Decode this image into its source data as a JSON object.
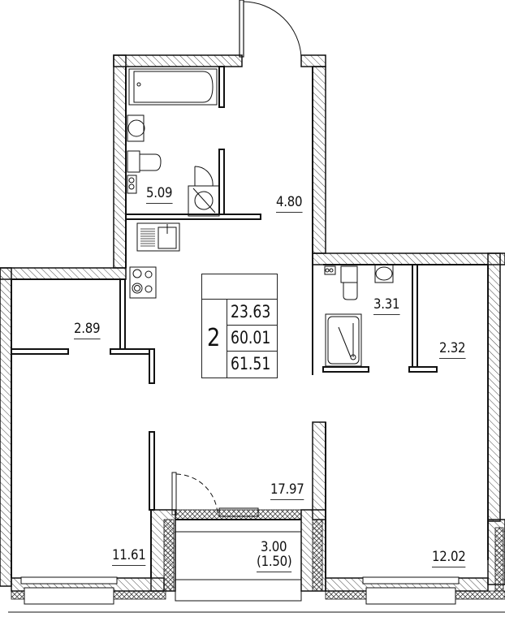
{
  "plan": {
    "title_block": {
      "rooms_count": "2",
      "living_area": "23.63",
      "total_area": "60.01",
      "total_area_with_balcony": "61.51"
    },
    "rooms": [
      {
        "id": "bathroom",
        "area": "5.09"
      },
      {
        "id": "hallway",
        "area": "4.80"
      },
      {
        "id": "closet-left",
        "area": "2.89"
      },
      {
        "id": "wc",
        "area": "3.31"
      },
      {
        "id": "closet-right",
        "area": "2.32"
      },
      {
        "id": "kitchen-living",
        "area": "17.97"
      },
      {
        "id": "bedroom-left",
        "area": "11.61"
      },
      {
        "id": "bedroom-right",
        "area": "12.02"
      },
      {
        "id": "balcony",
        "area": "3.00",
        "reduced_area": "(1.50)"
      }
    ],
    "colors": {
      "wall": "#111111",
      "hatch": "#444444",
      "background": "#ffffff"
    }
  }
}
